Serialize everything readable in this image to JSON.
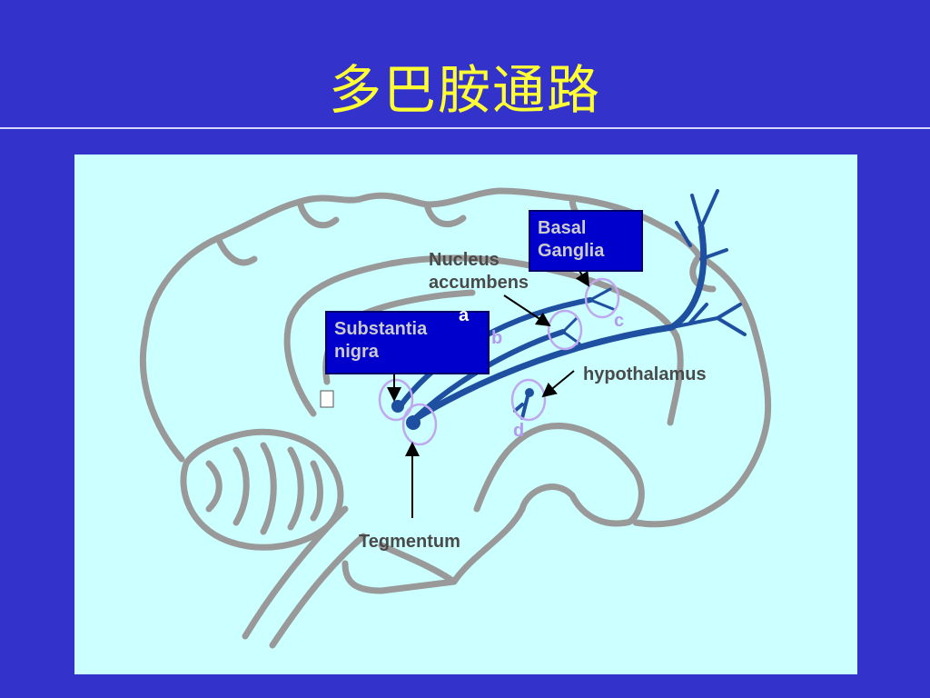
{
  "slide": {
    "title": "多巴胺通路"
  },
  "labels": {
    "basal_ganglia": "Basal\nGanglia",
    "nucleus_accumbens": "Nucleus\naccumbens",
    "substantia_nigra": "Substantia\nnigra",
    "hypothalamus": "hypothalamus",
    "tegmentum": "Tegmentum"
  },
  "markers": {
    "a": "a",
    "b": "b",
    "c": "c",
    "d": "d"
  },
  "colors": {
    "background": "#3333cc",
    "title": "#ffff33",
    "panel": "#ccffff",
    "brain_outline": "#999999",
    "pathway": "#1f4fa0",
    "label_box": "#0000cc",
    "marker": "#b399f2"
  }
}
